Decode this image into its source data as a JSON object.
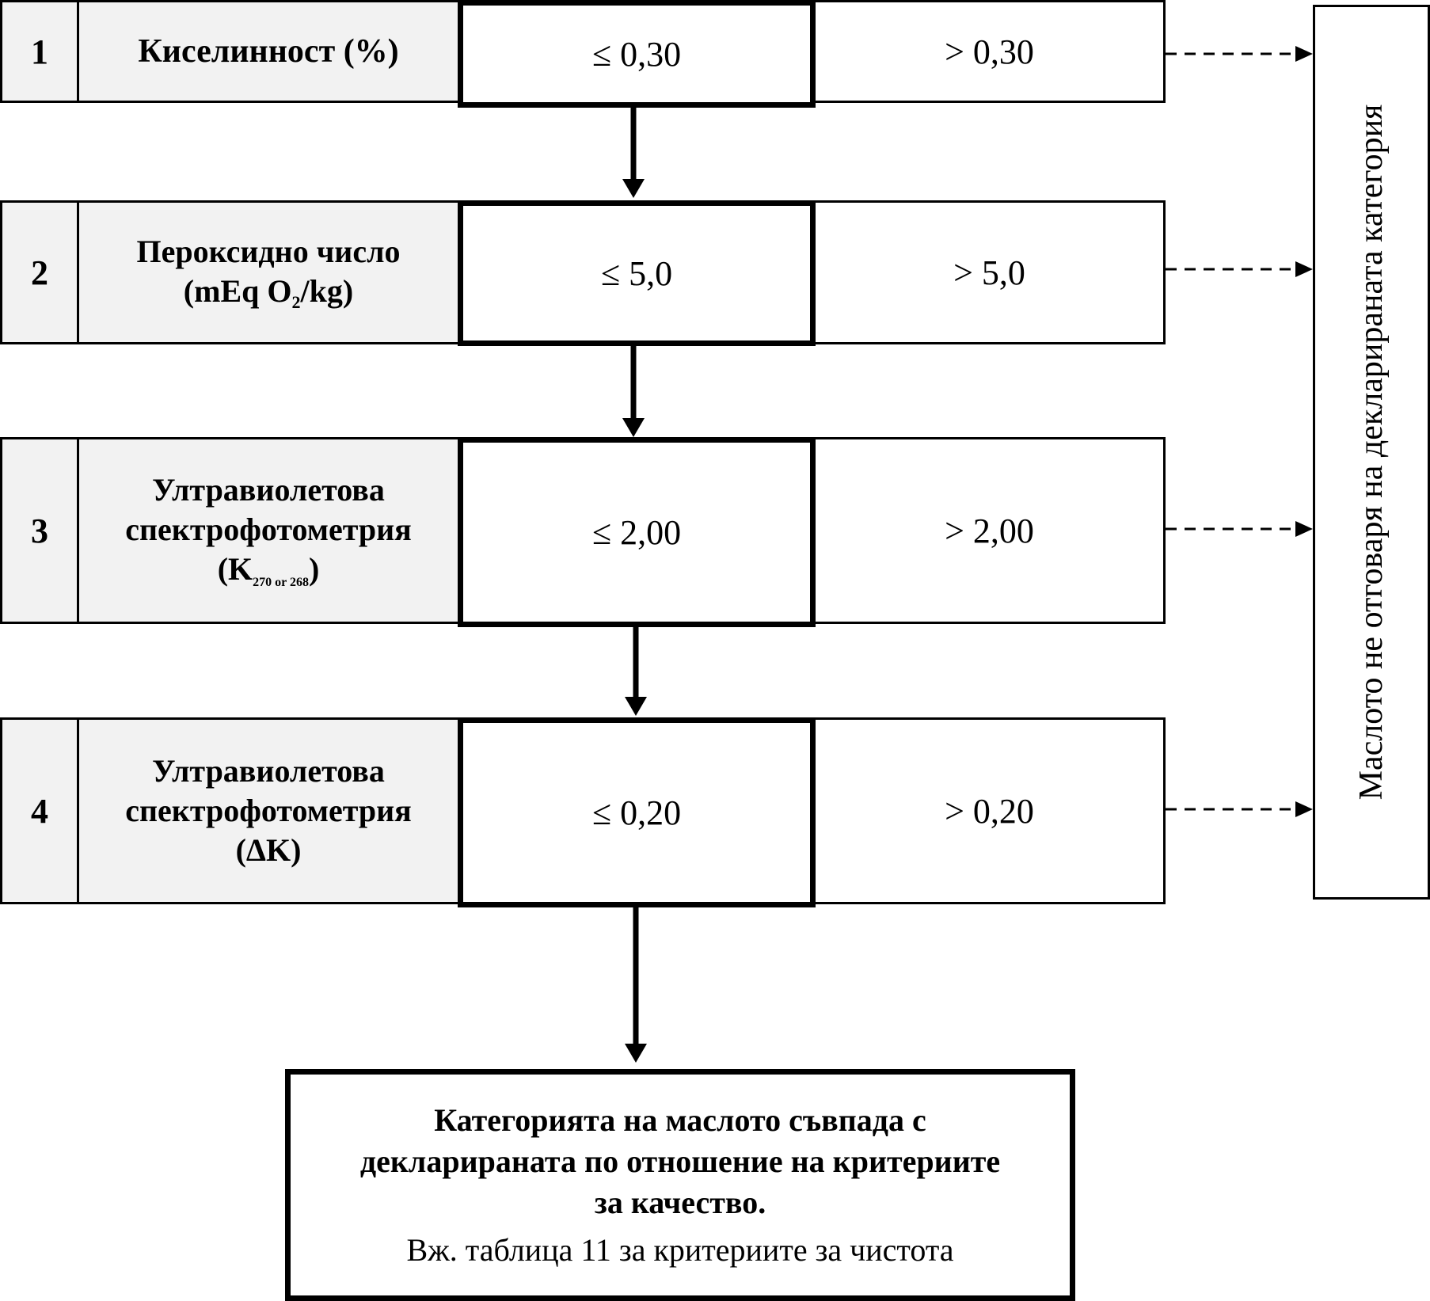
{
  "rows": [
    {
      "number": "1",
      "criterion": "Киселинност (%)",
      "pass": "≤ 0,30",
      "fail": "> 0,30"
    },
    {
      "number": "2",
      "criterion_line1": "Пероксидно число",
      "criterion_line2_pre": "(mEq O",
      "criterion_line2_sub": "2",
      "criterion_line2_post": "/kg)",
      "pass": "≤ 5,0",
      "fail": "> 5,0"
    },
    {
      "number": "3",
      "criterion_line1": "Ултравиолетова",
      "criterion_line2": "спектрофотометрия",
      "criterion_line3_pre": "(K",
      "criterion_line3_sub": "270 or 268",
      "criterion_line3_post": ")",
      "pass": "≤ 2,00",
      "fail": "> 2,00"
    },
    {
      "number": "4",
      "criterion_line1": "Ултравиолетова",
      "criterion_line2": "спектрофотометрия",
      "criterion_line3": "(ΔK)",
      "pass": "≤ 0,20",
      "fail": "> 0,20"
    }
  ],
  "side_box": "Маслото не отговаря на декларираната категория",
  "result": {
    "line1": "Категорията на маслото съвпада с",
    "line2": "декларираната по отношение на критериите",
    "line3": "за качество.",
    "note": "Вж. таблица 11 за критериите за чистота"
  }
}
